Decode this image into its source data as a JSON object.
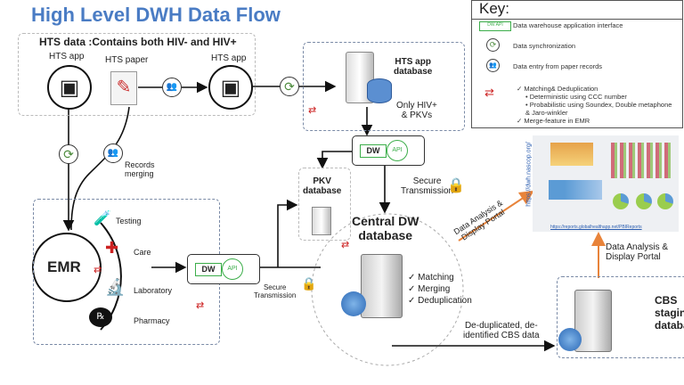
{
  "title": "High Level DWH Data  Flow",
  "hts_box": {
    "title": "HTS data :Contains both HIV- and HIV+",
    "app1": "HTS app",
    "paper": "HTS paper",
    "app2": "HTS app"
  },
  "records_merging": "Records\nmerging",
  "hts_db": {
    "label": "HTS app\ndatabase",
    "note": "Only HIV+\n& PKVs"
  },
  "dw_api": {
    "dw": "DW",
    "api": "API"
  },
  "pkv_db": "PKV\ndatabase",
  "secure_transmission": "Secure\nTransmission",
  "central": {
    "label": "Central DW\ndatabase",
    "items": [
      "Matching",
      "Merging",
      "Deduplication"
    ]
  },
  "emr": {
    "label": "EMR",
    "modules": [
      "Testing",
      "Care",
      "Laboratory",
      "Pharmacy"
    ]
  },
  "cbs": {
    "label": "CBS\nstaging\ndatabase",
    "data_label": "De-duplicated, de-\nidentified CBS data"
  },
  "portal": {
    "label_diag": "Data Analysis &\nDisplay Portal",
    "label_vert": "Data Analysis &\nDisplay Portal",
    "url_vertical": "https://dwh.nascop.org/",
    "url_bottom": "https://reports.globalhealthapp.net/PBIReports"
  },
  "key": {
    "title": "Key:",
    "items": [
      "Data warehouse application interface",
      "Data synchronization",
      "Data entry from paper records"
    ],
    "matching": [
      "Matching& Deduplication",
      "Deterministic  using CCC number",
      "Probabilistic using Soundex, Double metaphone & Jaro-winkler",
      "Merge-feature in EMR"
    ]
  },
  "colors": {
    "title": "#4a7cc4",
    "arrow_orange": "#e8833a",
    "lock": "#d9691f",
    "sync_green": "#4c8a3c",
    "api_green": "#3cae4a"
  }
}
